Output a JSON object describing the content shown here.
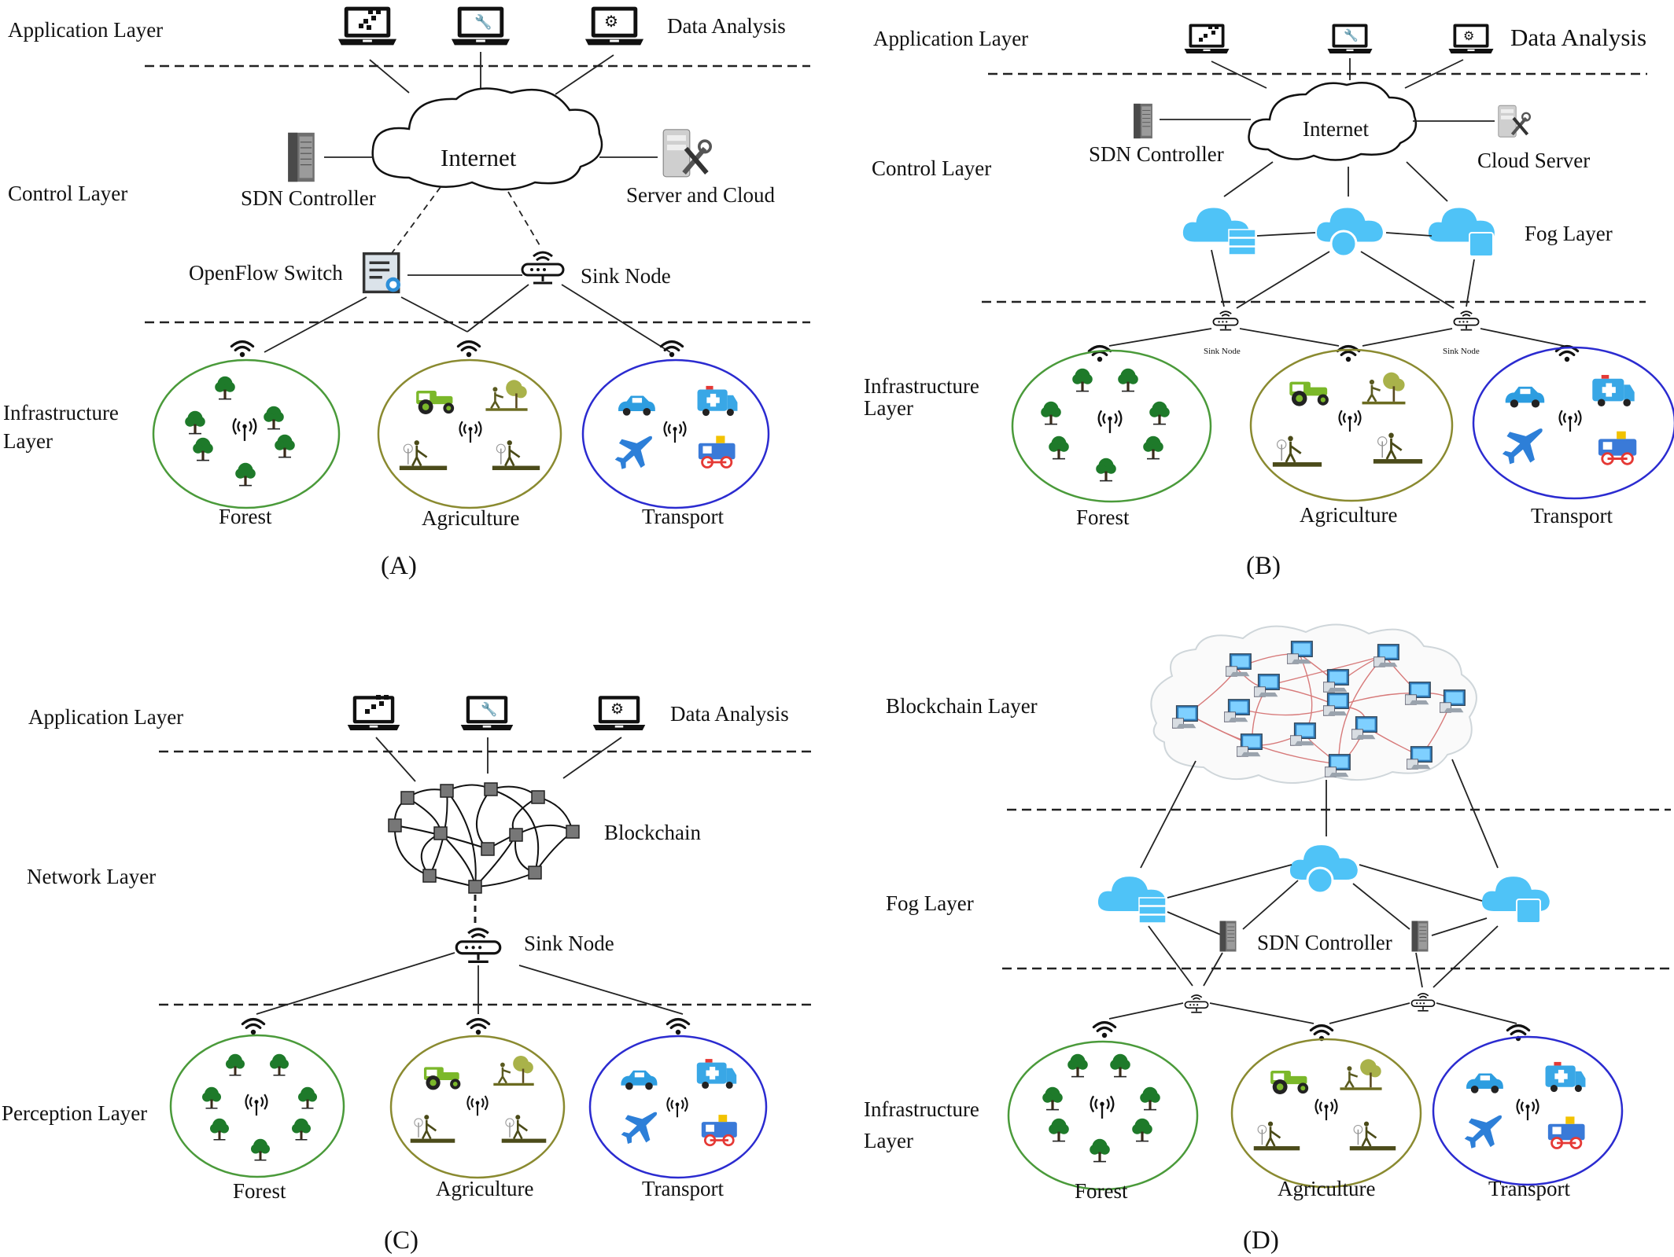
{
  "colors": {
    "forest_ellipse": "#4a9a3a",
    "agriculture_ellipse": "#8a8a30",
    "transport_ellipse": "#2b2bd0",
    "cloud_blue": "#4fc3f7",
    "tree_green": "#1e7a2a",
    "tractor_green": "#7bb82a"
  },
  "panels": {
    "a": {
      "caption": "(A)",
      "application_layer": "Application Layer",
      "data_analysis": "Data Analysis",
      "control_layer": "Control Layer",
      "internet": "Internet",
      "sdn_controller": "SDN Controller",
      "server_cloud": "Server and Cloud",
      "openflow_switch": "OpenFlow Switch",
      "sink_node": "Sink Node",
      "infra_line1": "Infrastructure",
      "infra_line2": "Layer",
      "forest": "Forest",
      "agriculture": "Agriculture",
      "transport": "Transport"
    },
    "b": {
      "caption": "(B)",
      "application_layer": "Application Layer",
      "data_analysis": "Data Analysis",
      "control_layer": "Control Layer",
      "internet": "Internet",
      "sdn_controller": "SDN Controller",
      "cloud_server": "Cloud Server",
      "fog_layer": "Fog Layer",
      "sink_node": "Sink Node",
      "infra_line1": "Infrastructure",
      "infra_line2": "Layer",
      "forest": "Forest",
      "agriculture": "Agriculture",
      "transport": "Transport"
    },
    "c": {
      "caption": "(C)",
      "application_layer": "Application Layer",
      "data_analysis": "Data Analysis",
      "network_layer": "Network Layer",
      "blockchain": "Blockchain",
      "sink_node": "Sink Node",
      "perception_layer": "Perception Layer",
      "forest": "Forest",
      "agriculture": "Agriculture",
      "transport": "Transport"
    },
    "d": {
      "caption": "(D)",
      "blockchain_layer": "Blockchain Layer",
      "fog_layer": "Fog Layer",
      "sdn_controller": "SDN Controller",
      "infra_line1": "Infrastructure",
      "infra_line2": "Layer",
      "forest": "Forest",
      "agriculture": "Agriculture",
      "transport": "Transport"
    }
  }
}
